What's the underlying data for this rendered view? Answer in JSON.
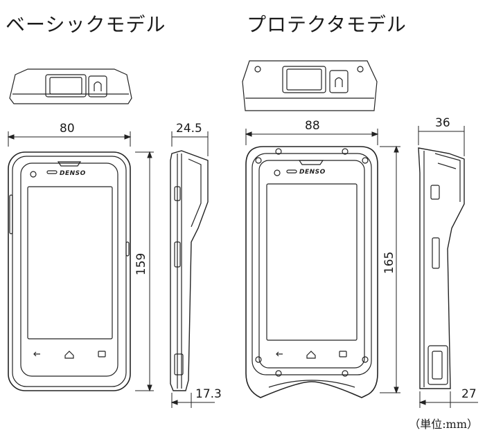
{
  "titles": {
    "basic": "ベーシックモデル",
    "protector": "プロテクタモデル"
  },
  "basic": {
    "width": "80",
    "depth": "24.5",
    "height": "159",
    "grip": "17.3",
    "logo": "DENSO"
  },
  "protector": {
    "width": "88",
    "depth": "36",
    "height": "165",
    "grip": "27",
    "logo": "DENSO"
  },
  "unit_note": "（単位:mm）"
}
